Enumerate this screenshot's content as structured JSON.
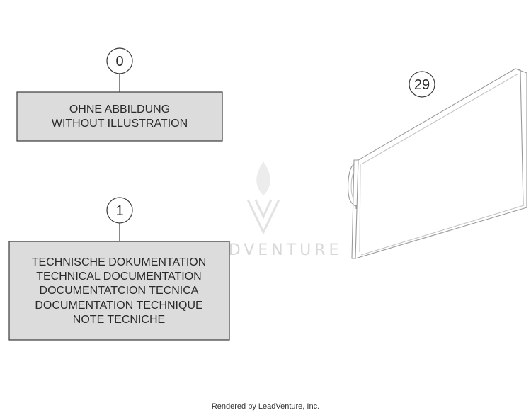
{
  "callouts": {
    "c0": "0",
    "c1": "1",
    "c29": "29"
  },
  "box0": {
    "line1": "OHNE ABBILDUNG",
    "line2": "WITHOUT ILLUSTRATION"
  },
  "box1": {
    "line1": "TECHNISCHE DOKUMENTATION",
    "line2": "TECHNICAL DOCUMENTATION",
    "line3": "DOCUMENTATCION TECNICA",
    "line4": "DOCUMENTATION TECHNIQUE",
    "line5": "NOTE TECNICHE"
  },
  "watermark": {
    "text": "LEADVENTURE"
  },
  "footer": {
    "text": "Rendered by LeadVenture, Inc."
  },
  "colors": {
    "box_fill": "#dcdcdc",
    "stroke": "#3a3a3a",
    "watermark": "#d8d8d8"
  }
}
